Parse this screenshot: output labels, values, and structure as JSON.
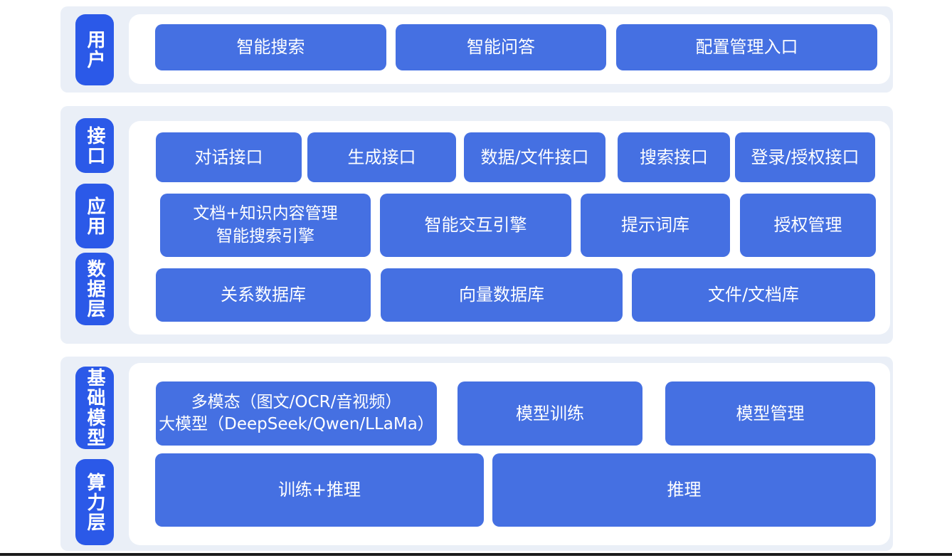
{
  "colors": {
    "block_blue": "#4570e2",
    "layer_label_blue": "#2b59e8",
    "section_background": "#eaeff7",
    "panel_background": "#ffffff",
    "text_white": "#ffffff",
    "bottom_bar": "#1b1b1b"
  },
  "user_section": {
    "layer_label": "用户",
    "blocks": [
      "智能搜索",
      "智能问答",
      "配置管理入口"
    ]
  },
  "middle_section": {
    "layer_labels": [
      "接口",
      "应用",
      "数据层"
    ],
    "interface_row": [
      "对话接口",
      "生成接口",
      "数据/文件接口",
      "搜索接口",
      "登录/授权接口"
    ],
    "application_row": {
      "doc_engine_lines": [
        "文档+知识内容管理",
        "智能搜索引擎"
      ],
      "others": [
        "智能交互引擎",
        "提示词库",
        "授权管理"
      ]
    },
    "data_row": [
      "关系数据库",
      "向量数据库",
      "文件/文档库"
    ]
  },
  "foundation_section": {
    "layer_labels": [
      "基础模型",
      "算力层"
    ],
    "model_row": {
      "multimodal_lines": [
        "多模态（图文/OCR/音视频）",
        "大模型（DeepSeek/Qwen/LLaMa）"
      ],
      "others": [
        "模型训练",
        "模型管理"
      ]
    },
    "compute_row": [
      "训练+推理",
      "推理"
    ]
  }
}
